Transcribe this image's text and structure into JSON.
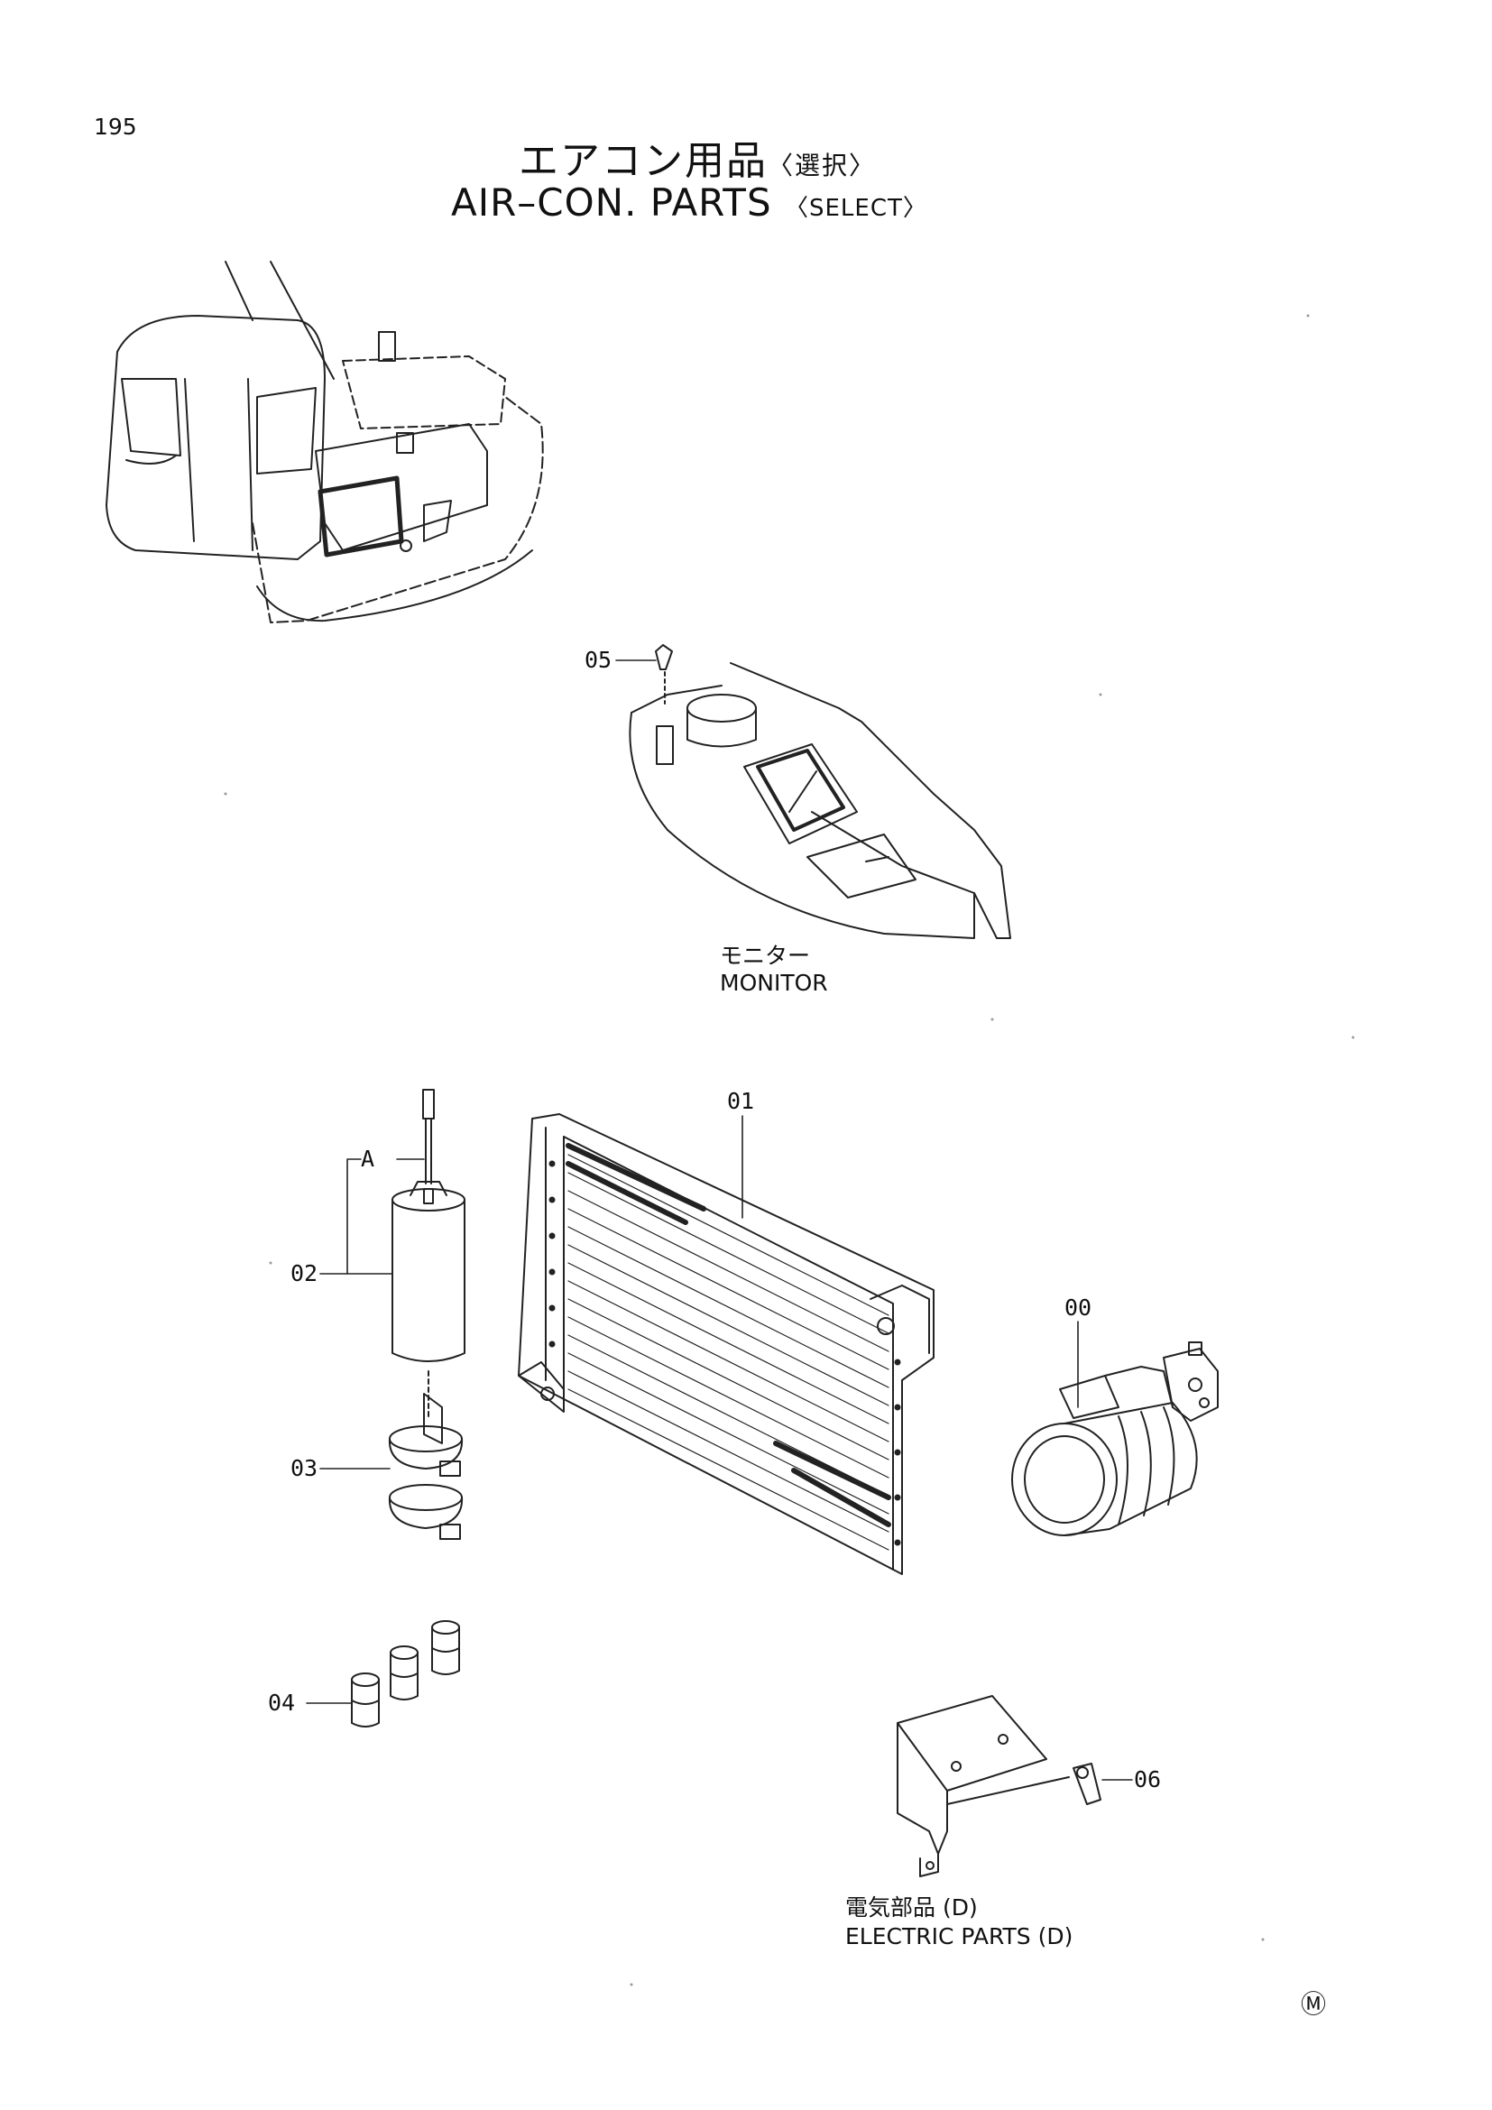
{
  "page": {
    "number": "195",
    "mark": "Ⓜ"
  },
  "title": {
    "jp_main": "エアコン用品",
    "jp_sub": "〈選択〉",
    "en_main": "AIR–CON. PARTS",
    "en_sub": "〈SELECT〉"
  },
  "callouts": {
    "p00": "00",
    "p01": "01",
    "p02": "02",
    "p03": "03",
    "p04": "04",
    "p05": "05",
    "p06": "06",
    "detail_a": "A"
  },
  "captions": {
    "monitor_jp": "モニター",
    "monitor_en": "MONITOR",
    "electric_jp": "電気部品 (D)",
    "electric_en": "ELECTRIC PARTS (D)"
  }
}
